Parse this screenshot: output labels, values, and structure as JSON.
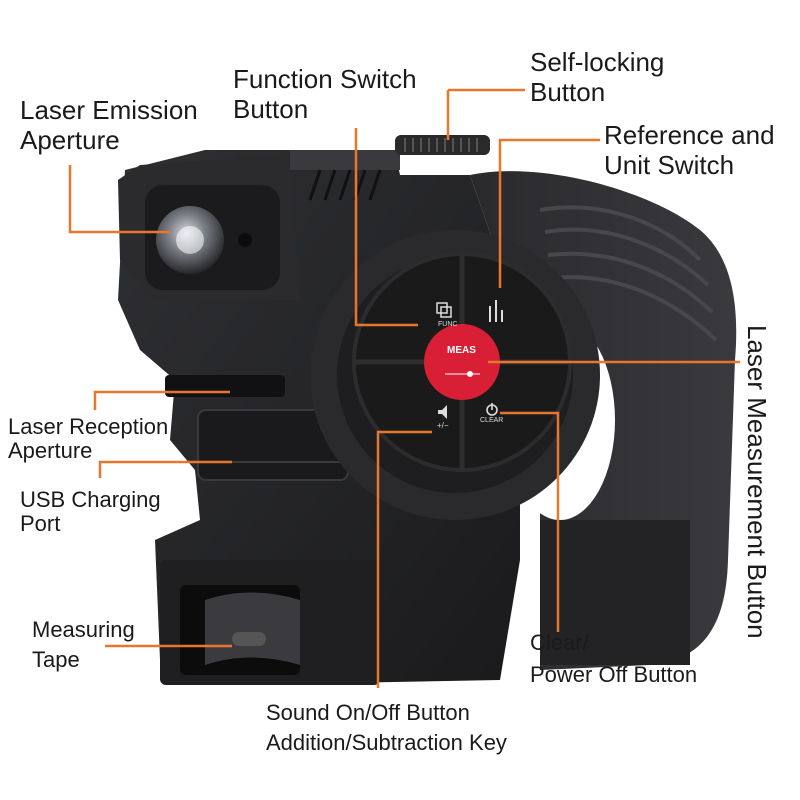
{
  "labels": {
    "laser_emission": [
      "Laser Emission",
      "Aperture"
    ],
    "function_switch": [
      "Function Switch",
      "Button"
    ],
    "self_locking": [
      "Self-locking",
      "Button"
    ],
    "reference_unit": [
      "Reference and",
      "Unit Switch"
    ],
    "laser_reception": [
      "Laser Reception",
      "Aperture"
    ],
    "usb_port": [
      "USB Charging",
      "Port"
    ],
    "measuring_tape": [
      "Measuring",
      "Tape"
    ],
    "sound_add_sub": [
      "Sound On/Off Button",
      "Addition/Subtraction Key"
    ],
    "clear_power": [
      "Clear/",
      "Power Off Button"
    ],
    "laser_measure": "Laser Measurement Button"
  },
  "device_buttons": {
    "meas": "MEAS",
    "func": "FUNC",
    "clear": "CLEAR",
    "plus_minus": "+/−"
  },
  "colors": {
    "leader_line": "#e8772e",
    "body": "#232325",
    "meas_button": "#d81f36"
  }
}
